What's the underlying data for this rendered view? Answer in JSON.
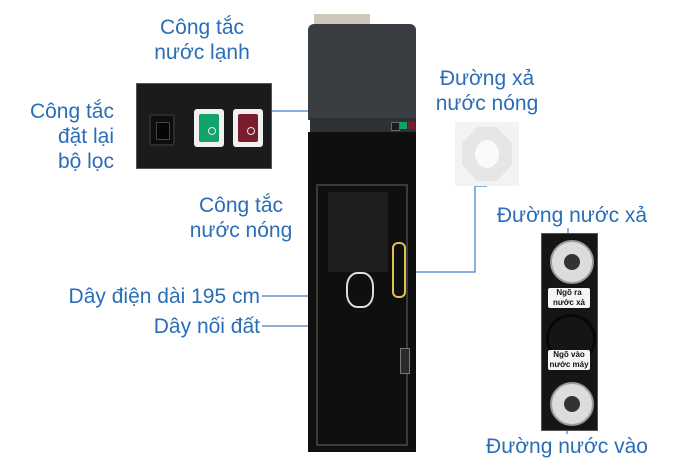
{
  "labels": {
    "cold_switch": [
      "Công tắc",
      "nước lạnh"
    ],
    "reset_switch": [
      "Công tắc",
      "đặt lại",
      "bộ lọc"
    ],
    "hot_switch": [
      "Công tắc",
      "nước nóng"
    ],
    "hot_drain": [
      "Đường xả",
      "nước nóng"
    ],
    "drain_line": "Đường nước xả",
    "power_cord": "Dây điện dài 195 cm",
    "ground_wire": "Dây nối đất",
    "water_inlet": "Đường nước vào"
  },
  "port_labels": {
    "outlet": [
      "Ngõ ra",
      "nước xả"
    ],
    "inlet": [
      "Ngõ vào",
      "nước máy"
    ]
  },
  "colors": {
    "callout_text": "#2a6eb8",
    "callout_line": "#3e7fc4",
    "cold_switch": "#12a36d",
    "hot_switch": "#7a1d2d"
  }
}
